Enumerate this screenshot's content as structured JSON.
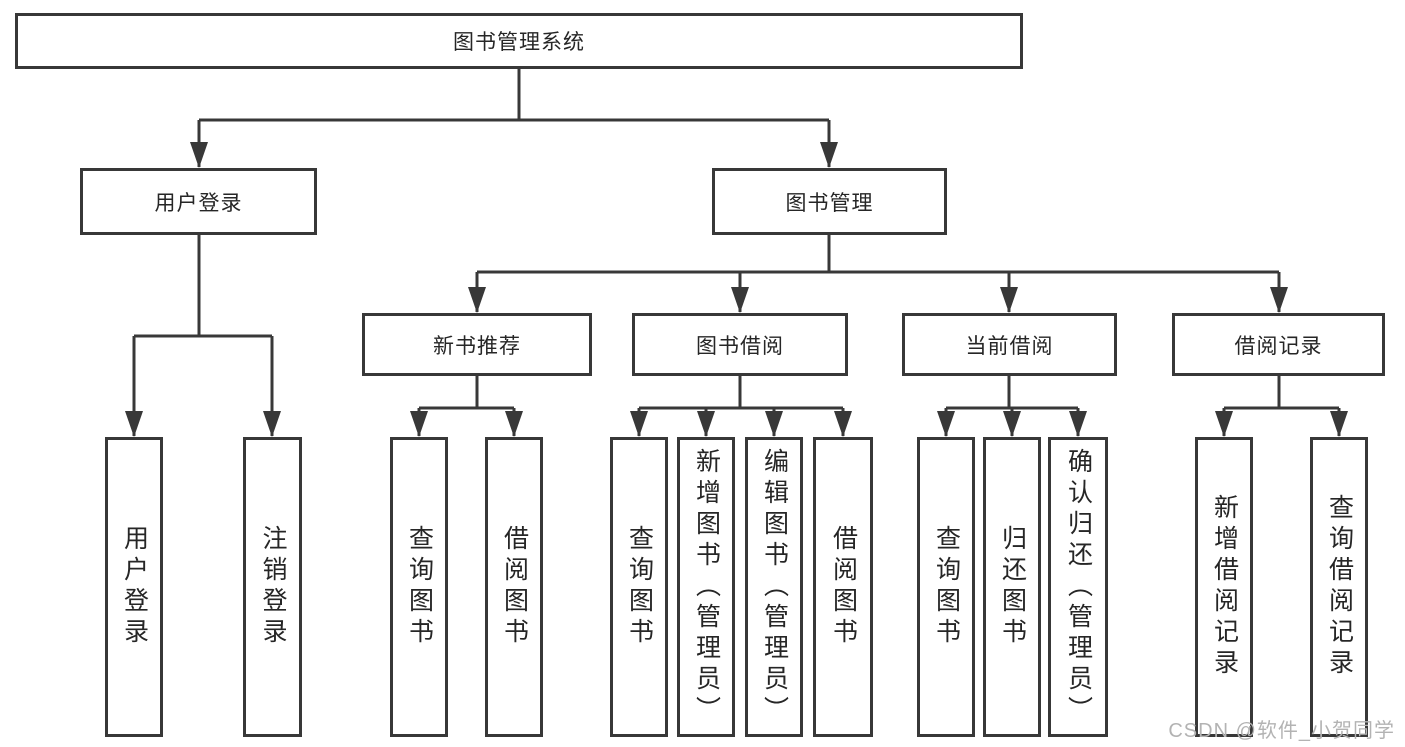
{
  "root": {
    "label": "图书管理系统"
  },
  "level2": {
    "user_login": {
      "label": "用户登录"
    },
    "book_management": {
      "label": "图书管理"
    }
  },
  "level3": {
    "new_book_recommend": {
      "label": "新书推荐"
    },
    "book_borrow": {
      "label": "图书借阅"
    },
    "current_borrow": {
      "label": "当前借阅"
    },
    "borrow_records": {
      "label": "借阅记录"
    }
  },
  "leaves": {
    "user_login": [
      "用户登录",
      "注销登录"
    ],
    "new_book_recommend": [
      "查询图书",
      "借阅图书"
    ],
    "book_borrow": [
      "查询图书",
      "新增图书（管理员）",
      "编辑图书（管理员）",
      "借阅图书"
    ],
    "current_borrow": [
      "查询图书",
      "归还图书",
      "确认归还（管理员）"
    ],
    "borrow_records": [
      "新增借阅记录",
      "查询借阅记录"
    ]
  },
  "watermark": {
    "label": "CSDN @软件_小贺同学"
  },
  "colors": {
    "line": "#383838",
    "text": "#262626",
    "box_background": "#ffffff",
    "page_background": "#ffffff",
    "watermark": "#b3b3b3"
  }
}
